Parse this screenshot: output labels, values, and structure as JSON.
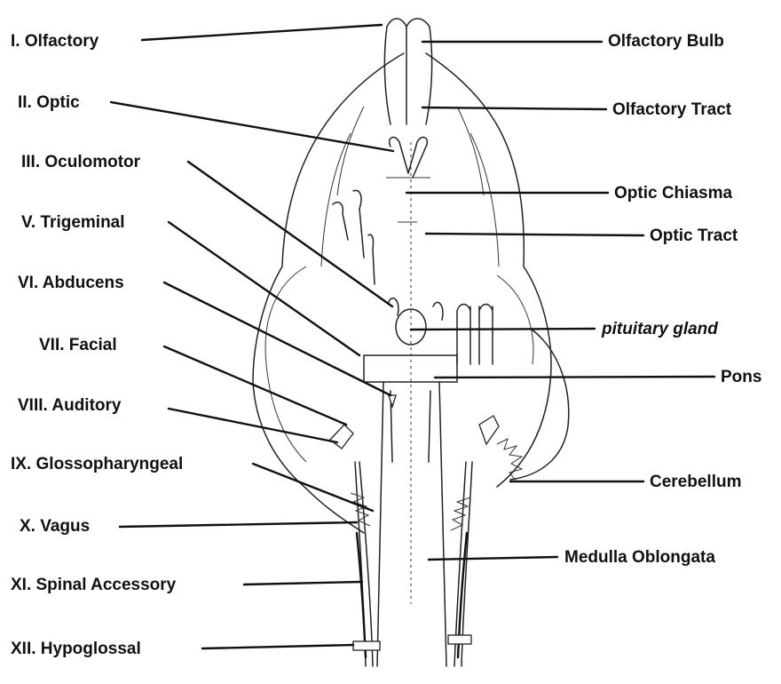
{
  "diagram": {
    "left_labels": [
      {
        "id": "olfactory",
        "text": "I. Olfactory"
      },
      {
        "id": "optic",
        "text": "II. Optic"
      },
      {
        "id": "oculomotor",
        "text": "III. Oculomotor"
      },
      {
        "id": "trigeminal",
        "text": "V. Trigeminal"
      },
      {
        "id": "abducens",
        "text": "VI. Abducens"
      },
      {
        "id": "facial",
        "text": "VII. Facial"
      },
      {
        "id": "auditory",
        "text": "VIII. Auditory"
      },
      {
        "id": "glossopharyngeal",
        "text": "IX. Glossopharyngeal"
      },
      {
        "id": "vagus",
        "text": "X. Vagus"
      },
      {
        "id": "spinal-accessory",
        "text": "XI. Spinal Accessory"
      },
      {
        "id": "hypoglossal",
        "text": "XII. Hypoglossal"
      }
    ],
    "right_labels": [
      {
        "id": "olfactory-bulb",
        "text": "Olfactory Bulb"
      },
      {
        "id": "olfactory-tract",
        "text": "Olfactory Tract"
      },
      {
        "id": "optic-chiasma",
        "text": "Optic Chiasma"
      },
      {
        "id": "optic-tract",
        "text": "Optic Tract"
      },
      {
        "id": "pituitary-gland",
        "text": "pituitary gland"
      },
      {
        "id": "pons",
        "text": "Pons"
      },
      {
        "id": "cerebellum",
        "text": "Cerebellum"
      },
      {
        "id": "medulla-oblongata",
        "text": "Medulla Oblongata"
      }
    ]
  }
}
